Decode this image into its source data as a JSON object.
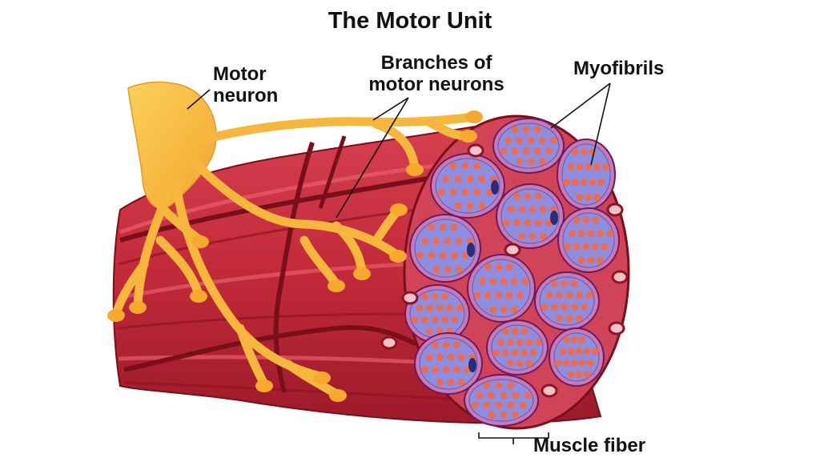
{
  "title": "The Motor Unit",
  "labels": {
    "motor_neuron": [
      "Motor",
      "neuron"
    ],
    "branches": [
      "Branches of",
      "motor neurons"
    ],
    "myofibrils": "Myofibrils",
    "muscle_fiber": "Muscle fiber"
  },
  "colors": {
    "muscle_red": "#c8283a",
    "muscle_dark": "#8e1422",
    "fascicle_pink": "#c87ab5",
    "fiber_blue": "#8e8ee0",
    "myofibril_orange": "#ee6b4e",
    "neuron_gold": "#f7b73c",
    "nucleus_navy": "#2a2a7a"
  }
}
